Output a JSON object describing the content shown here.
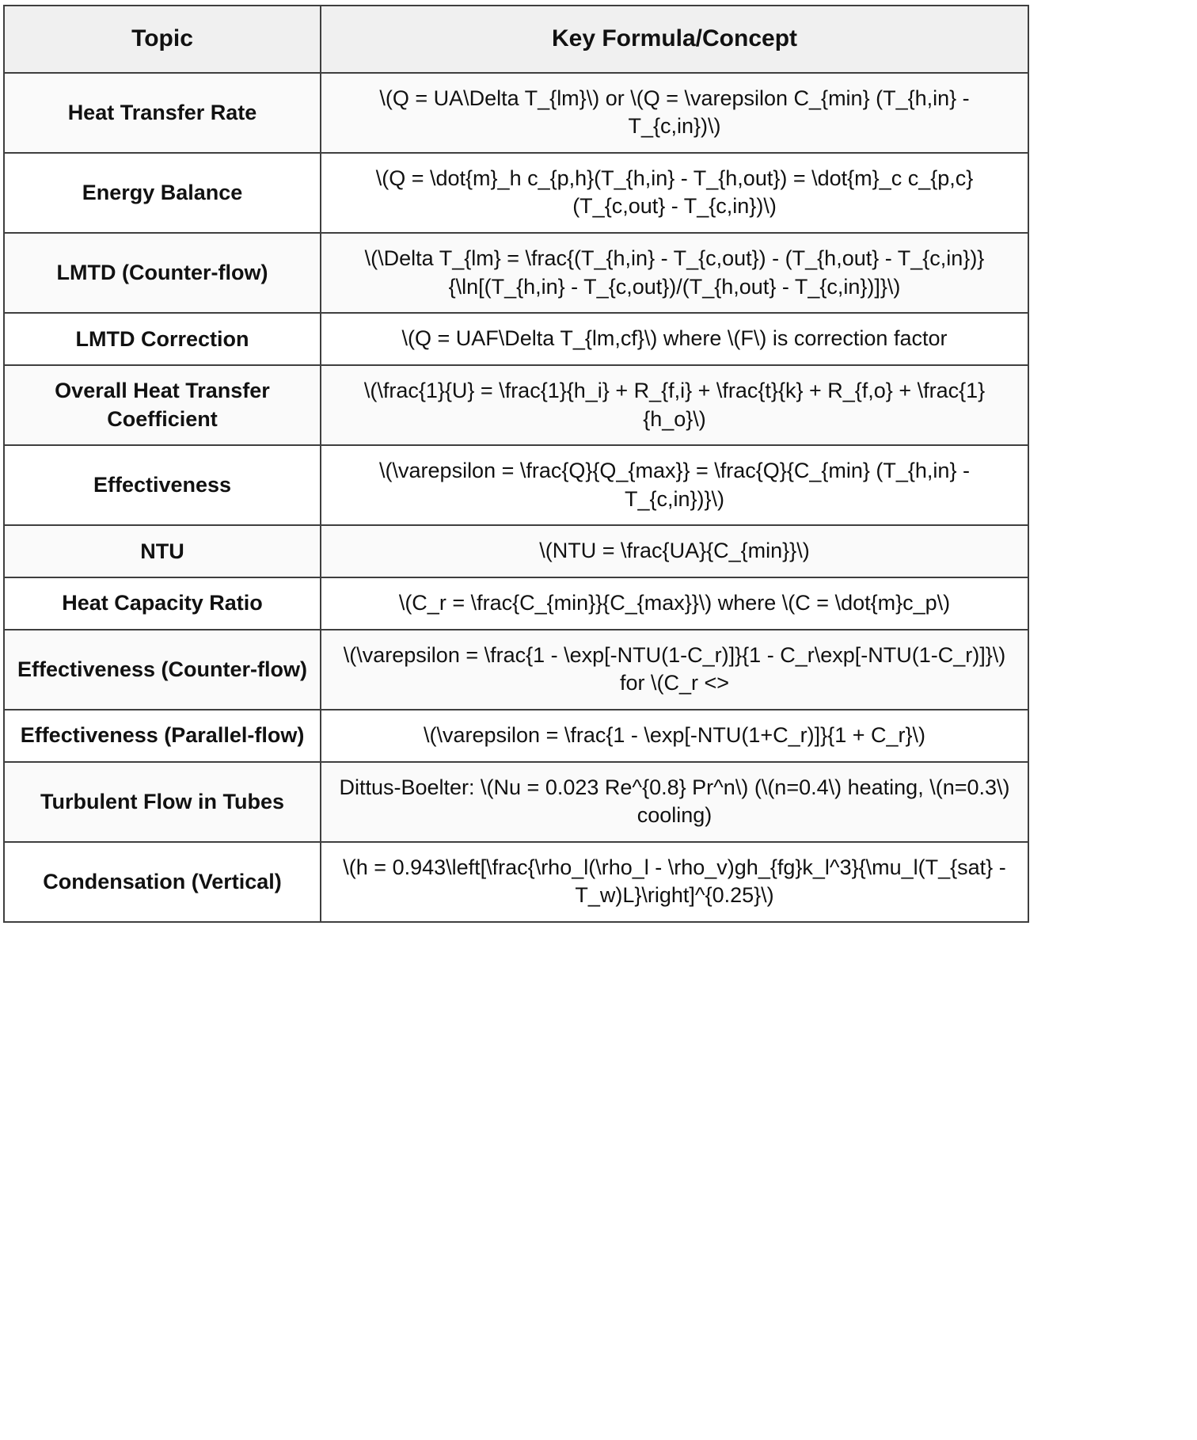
{
  "table": {
    "headers": [
      "Topic",
      "Key Formula/Concept"
    ],
    "rows": [
      {
        "topic": "Heat Transfer Rate",
        "formula": "\\(Q = UA\\Delta T_{lm}\\) or \\(Q = \\varepsilon C_{min} (T_{h,in} - T_{c,in})\\)"
      },
      {
        "topic": "Energy Balance",
        "formula": "\\(Q = \\dot{m}_h c_{p,h}(T_{h,in} - T_{h,out}) = \\dot{m}_c c_{p,c}(T_{c,out} - T_{c,in})\\)"
      },
      {
        "topic": "LMTD (Counter-flow)",
        "formula": "\\(\\Delta T_{lm} = \\frac{(T_{h,in} - T_{c,out}) - (T_{h,out} - T_{c,in})}{\\ln[(T_{h,in} - T_{c,out})/(T_{h,out} - T_{c,in})]}\\)"
      },
      {
        "topic": "LMTD Correction",
        "formula": "\\(Q = UAF\\Delta T_{lm,cf}\\) where \\(F\\) is correction factor"
      },
      {
        "topic": "Overall Heat Transfer Coefficient",
        "formula": "\\(\\frac{1}{U} = \\frac{1}{h_i} + R_{f,i} + \\frac{t}{k} + R_{f,o} + \\frac{1}{h_o}\\)"
      },
      {
        "topic": "Effectiveness",
        "formula": "\\(\\varepsilon = \\frac{Q}{Q_{max}} = \\frac{Q}{C_{min} (T_{h,in} - T_{c,in})}\\)"
      },
      {
        "topic": "NTU",
        "formula": "\\(NTU = \\frac{UA}{C_{min}}\\)"
      },
      {
        "topic": "Heat Capacity Ratio",
        "formula": "\\(C_r = \\frac{C_{min}}{C_{max}}\\) where \\(C = \\dot{m}c_p\\)"
      },
      {
        "topic": "Effectiveness (Counter-flow)",
        "formula": "\\(\\varepsilon = \\frac{1 - \\exp[-NTU(1-C_r)]}{1 - C_r\\exp[-NTU(1-C_r)]}\\) for \\(C_r <>"
      },
      {
        "topic": "Effectiveness (Parallel-flow)",
        "formula": "\\(\\varepsilon = \\frac{1 - \\exp[-NTU(1+C_r)]}{1 + C_r}\\)"
      },
      {
        "topic": "Turbulent Flow in Tubes",
        "formula": "Dittus-Boelter: \\(Nu = 0.023 Re^{0.8} Pr^n\\) (\\(n=0.4\\) heating, \\(n=0.3\\) cooling)"
      },
      {
        "topic": "Condensation (Vertical)",
        "formula": "\\(h = 0.943\\left[\\frac{\\rho_l(\\rho_l - \\rho_v)gh_{fg}k_l^3}{\\mu_l(T_{sat} - T_w)L}\\right]^{0.25}\\)"
      }
    ]
  },
  "colors": {
    "border": "#3f3f3f",
    "header_bg": "#f0f0f0",
    "row_tint_bg": "#fafafa",
    "row_plain_bg": "#ffffff",
    "text": "#111111"
  }
}
